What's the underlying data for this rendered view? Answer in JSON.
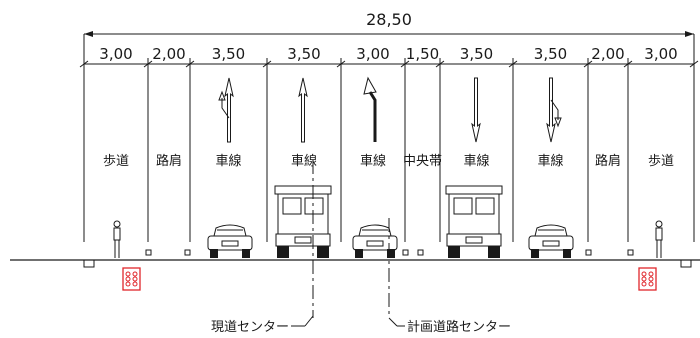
{
  "total_width": "28,50",
  "segments": [
    {
      "width": "3,00",
      "label": "歩道"
    },
    {
      "width": "2,00",
      "label": "路肩"
    },
    {
      "width": "3,50",
      "label": "車線"
    },
    {
      "width": "3,50",
      "label": "車線"
    },
    {
      "width": "3,00",
      "label": "車線"
    },
    {
      "width": "1,50",
      "label": "中央帯"
    },
    {
      "width": "3,50",
      "label": "車線"
    },
    {
      "width": "3,50",
      "label": "車線"
    },
    {
      "width": "2,00",
      "label": "路肩"
    },
    {
      "width": "3,00",
      "label": "歩道"
    }
  ],
  "lane_arrows": [
    "straight-left-arrow",
    "straight-arrow",
    "left-turn-arrow",
    "straight-down-arrow",
    "straight-right-down-arrow"
  ],
  "vehicles": [
    "pedestrian",
    "sedan",
    "truck",
    "sedan",
    "truck",
    "sedan",
    "pedestrian"
  ],
  "colors": {
    "line": "#1a1a1a",
    "marker": "#e0262b"
  },
  "centerlines": {
    "existing_label": "現道センター",
    "planned_label": "計画道路センター"
  }
}
